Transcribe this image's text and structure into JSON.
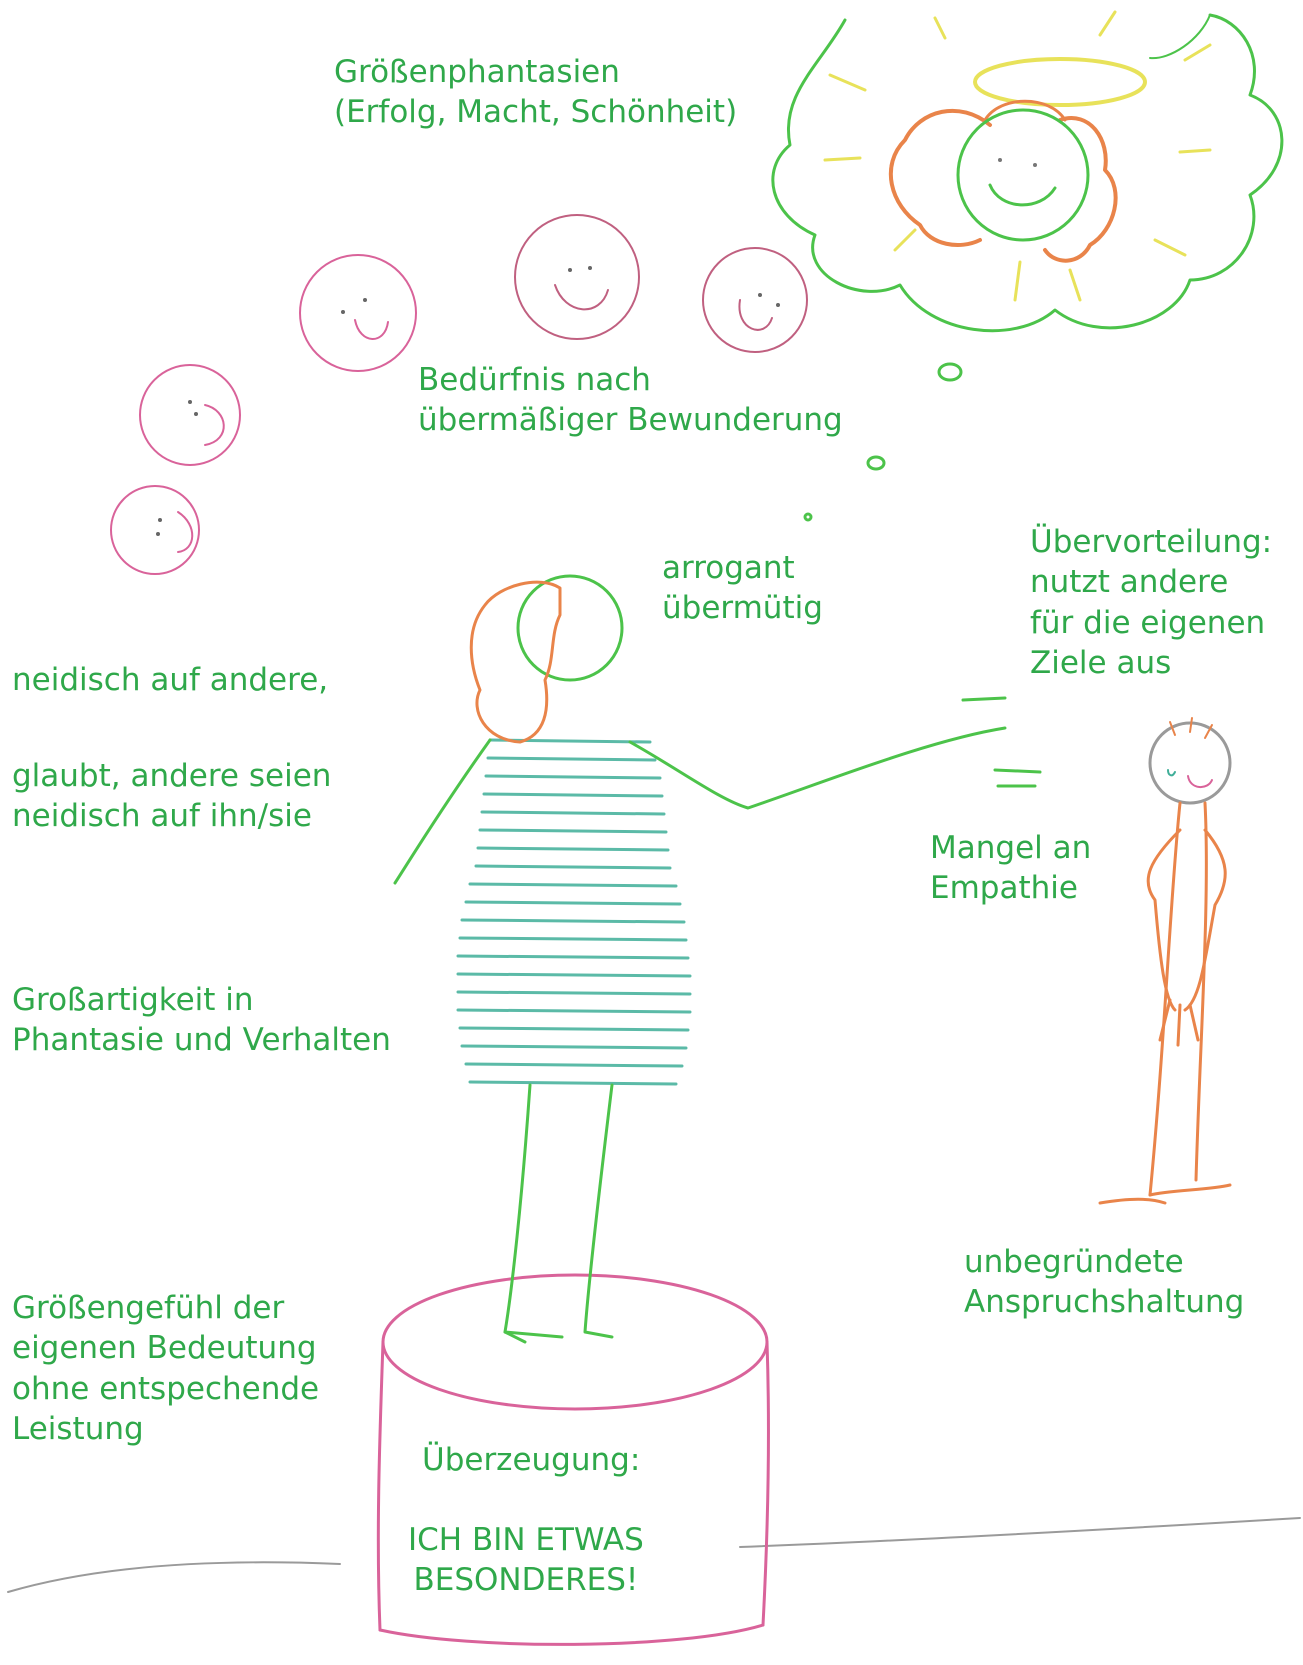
{
  "labels": {
    "grandiose_fantasies": [
      "Größenphantasien",
      "(Erfolg, Macht, Schönheit)"
    ],
    "need_admiration": [
      "Bedürfnis nach",
      "übermäßiger Bewunderung"
    ],
    "arrogant": [
      "arrogant",
      "übermütig"
    ],
    "exploitation": [
      "Übervorteilung:",
      "nutzt andere",
      "für die eigenen",
      "Ziele aus"
    ],
    "envious": [
      "neidisch auf andere,"
    ],
    "believes_envied": [
      "glaubt, andere seien",
      "neidisch auf ihn/sie"
    ],
    "lack_empathy": [
      "Mangel an",
      "Empathie"
    ],
    "grandiosity": [
      "Großartigkeit in",
      "Phantasie und Verhalten"
    ],
    "entitlement": [
      "unbegründete",
      "Anspruchshaltung"
    ],
    "self_importance": [
      "Größengefühl der",
      "eigenen Bedeutung",
      "ohne entspechende",
      "Leistung"
    ],
    "conviction": [
      "Überzeugung:"
    ],
    "pedestal_text": [
      "ICH BIN ETWAS",
      "BESONDERES!"
    ]
  },
  "colors": {
    "text": "#2fa84a",
    "green_pencil": "#4cc34a",
    "pink_pencil": "#d9639a",
    "orange_pencil": "#e9844a",
    "teal_pencil": "#3fae98",
    "yellow_pencil": "#e8e25a",
    "gray_pencil": "#9a9a9a"
  },
  "icons": [
    "angel-figure",
    "admirer-face",
    "narcissist-figure",
    "other-person-figure",
    "pedestal",
    "thought-cloud"
  ]
}
